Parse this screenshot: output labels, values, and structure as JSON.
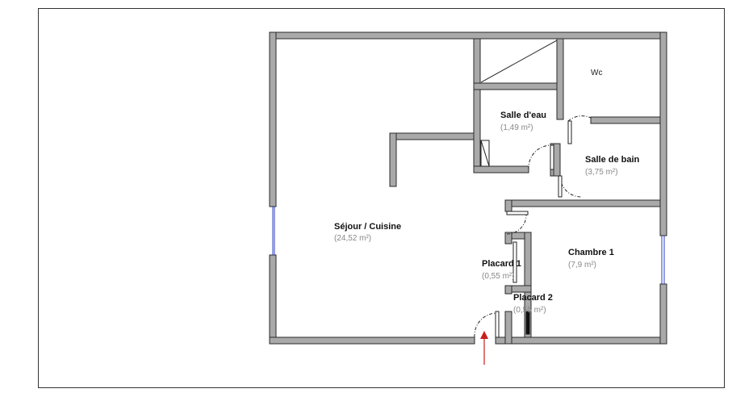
{
  "plan": {
    "rooms": {
      "sejour": {
        "name": "Séjour / Cuisine",
        "area": "(24,52 m²)"
      },
      "salle_eau": {
        "name": "Salle d'eau",
        "area": "(1,49 m²)"
      },
      "wc": {
        "name": "Wc"
      },
      "salle_bain": {
        "name": "Salle de bain",
        "area": "(3,75 m²)"
      },
      "chambre1": {
        "name": "Chambre 1",
        "area": "(7,9 m²)"
      },
      "placard1": {
        "name": "Placard 1",
        "area": "(0,55 m²)"
      },
      "placard2": {
        "name": "Placard 2",
        "area": "(0,55 m²)"
      }
    },
    "colors": {
      "wall_fill": "#a9a9a9",
      "wall_stroke": "#2a2a2a",
      "window": "#2b3cc4",
      "entrance_arrow": "#c81e1e"
    }
  }
}
